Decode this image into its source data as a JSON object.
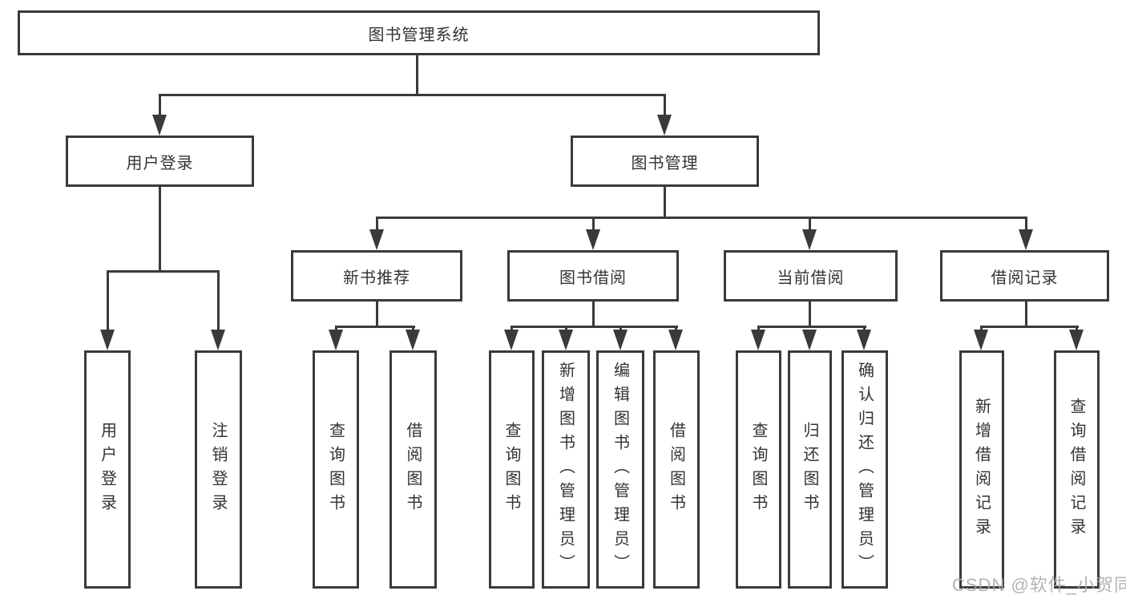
{
  "tree": {
    "label": "图书管理系统",
    "children": [
      {
        "label": "用户登录",
        "children": [
          {
            "label": "用户登录"
          },
          {
            "label": "注销登录"
          }
        ]
      },
      {
        "label": "图书管理",
        "children": [
          {
            "label": "新书推荐",
            "children": [
              {
                "label": "查询图书"
              },
              {
                "label": "借阅图书"
              }
            ]
          },
          {
            "label": "图书借阅",
            "children": [
              {
                "label": "查询图书"
              },
              {
                "label": "新增图书（管理员）"
              },
              {
                "label": "编辑图书（管理员）"
              },
              {
                "label": "借阅图书"
              }
            ]
          },
          {
            "label": "当前借阅",
            "children": [
              {
                "label": "查询图书"
              },
              {
                "label": "归还图书"
              },
              {
                "label": "确认归还（管理员）"
              }
            ]
          },
          {
            "label": "借阅记录",
            "children": [
              {
                "label": "新增借阅记录"
              },
              {
                "label": "查询借阅记录"
              }
            ]
          }
        ]
      }
    ]
  },
  "watermark": "CSDN @软件_小贺同学",
  "colors": {
    "line": "#3a3a3a",
    "text": "#333333",
    "watermark": "#a9a9a9",
    "background": "#ffffff"
  }
}
